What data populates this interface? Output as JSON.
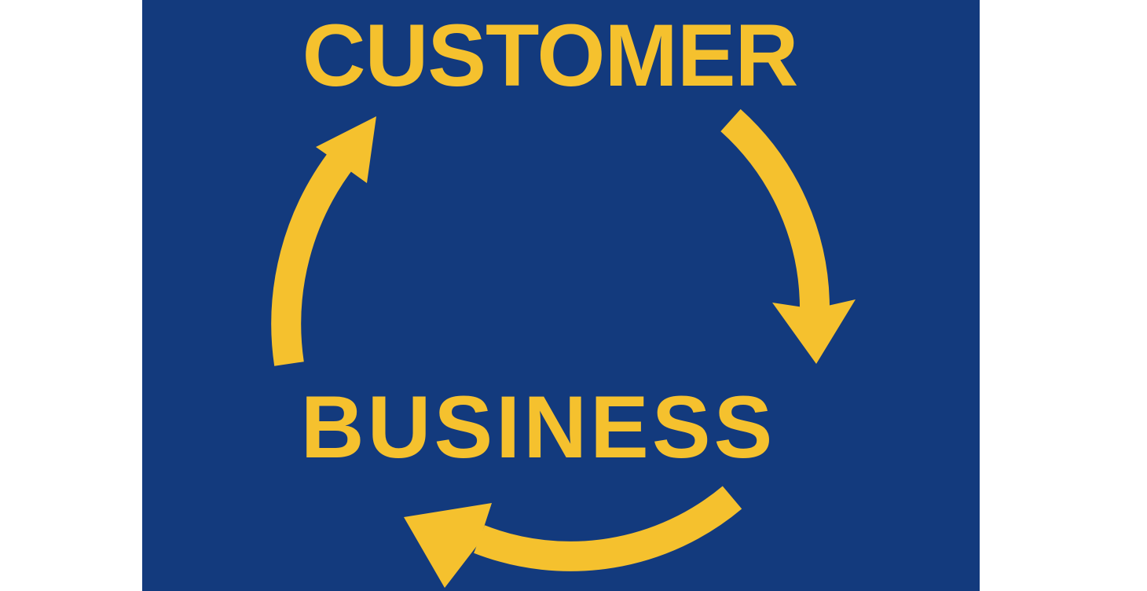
{
  "window": {
    "background": "#ffffff"
  },
  "diagram": {
    "type": "cycle",
    "panel_bg": "#133A7D",
    "accent": "#F5C12E",
    "top_label": "CUSTOMER",
    "bottom_label": "BUSINESS",
    "arrows": [
      {
        "name": "business-to-customer-arrow",
        "position": "left",
        "direction": "up-right",
        "color": "#F5C12E"
      },
      {
        "name": "customer-to-business-arrow",
        "position": "right",
        "direction": "down",
        "color": "#F5C12E"
      },
      {
        "name": "return-loop-arrow",
        "position": "bottom",
        "direction": "left",
        "color": "#F5C12E"
      }
    ],
    "flow": "clockwise"
  }
}
